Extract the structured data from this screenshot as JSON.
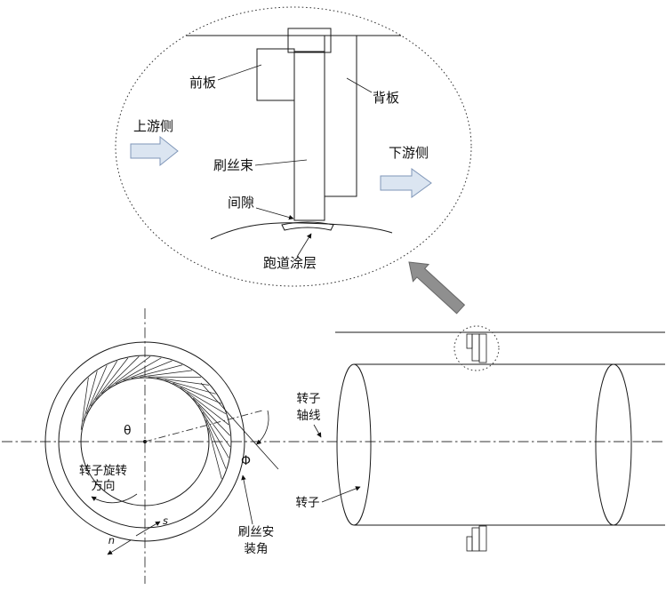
{
  "detail": {
    "front_plate": "前板",
    "back_plate": "背板",
    "upstream": "上游侧",
    "bristles": "刷丝束",
    "downstream": "下游侧",
    "clearance": "间隙",
    "coating": "跑道涂层"
  },
  "front_view": {
    "theta": "θ",
    "phi": "Φ",
    "rotation_line1": "转子旋转",
    "rotation_line2": "方向",
    "s": "s",
    "n": "n",
    "install_angle_line1": "刷丝安",
    "install_angle_line2": "装角"
  },
  "side_view": {
    "axis_line1": "转子",
    "axis_line2": "轴线",
    "rotor": "转子"
  },
  "colors": {
    "plate_fill": "#dbe5f1",
    "arrow_fill": "#dbe5f1",
    "arrow_stroke": "#7f96b8",
    "big_arrow_fill": "#8f8f8f",
    "big_arrow_stroke": "#666666"
  }
}
